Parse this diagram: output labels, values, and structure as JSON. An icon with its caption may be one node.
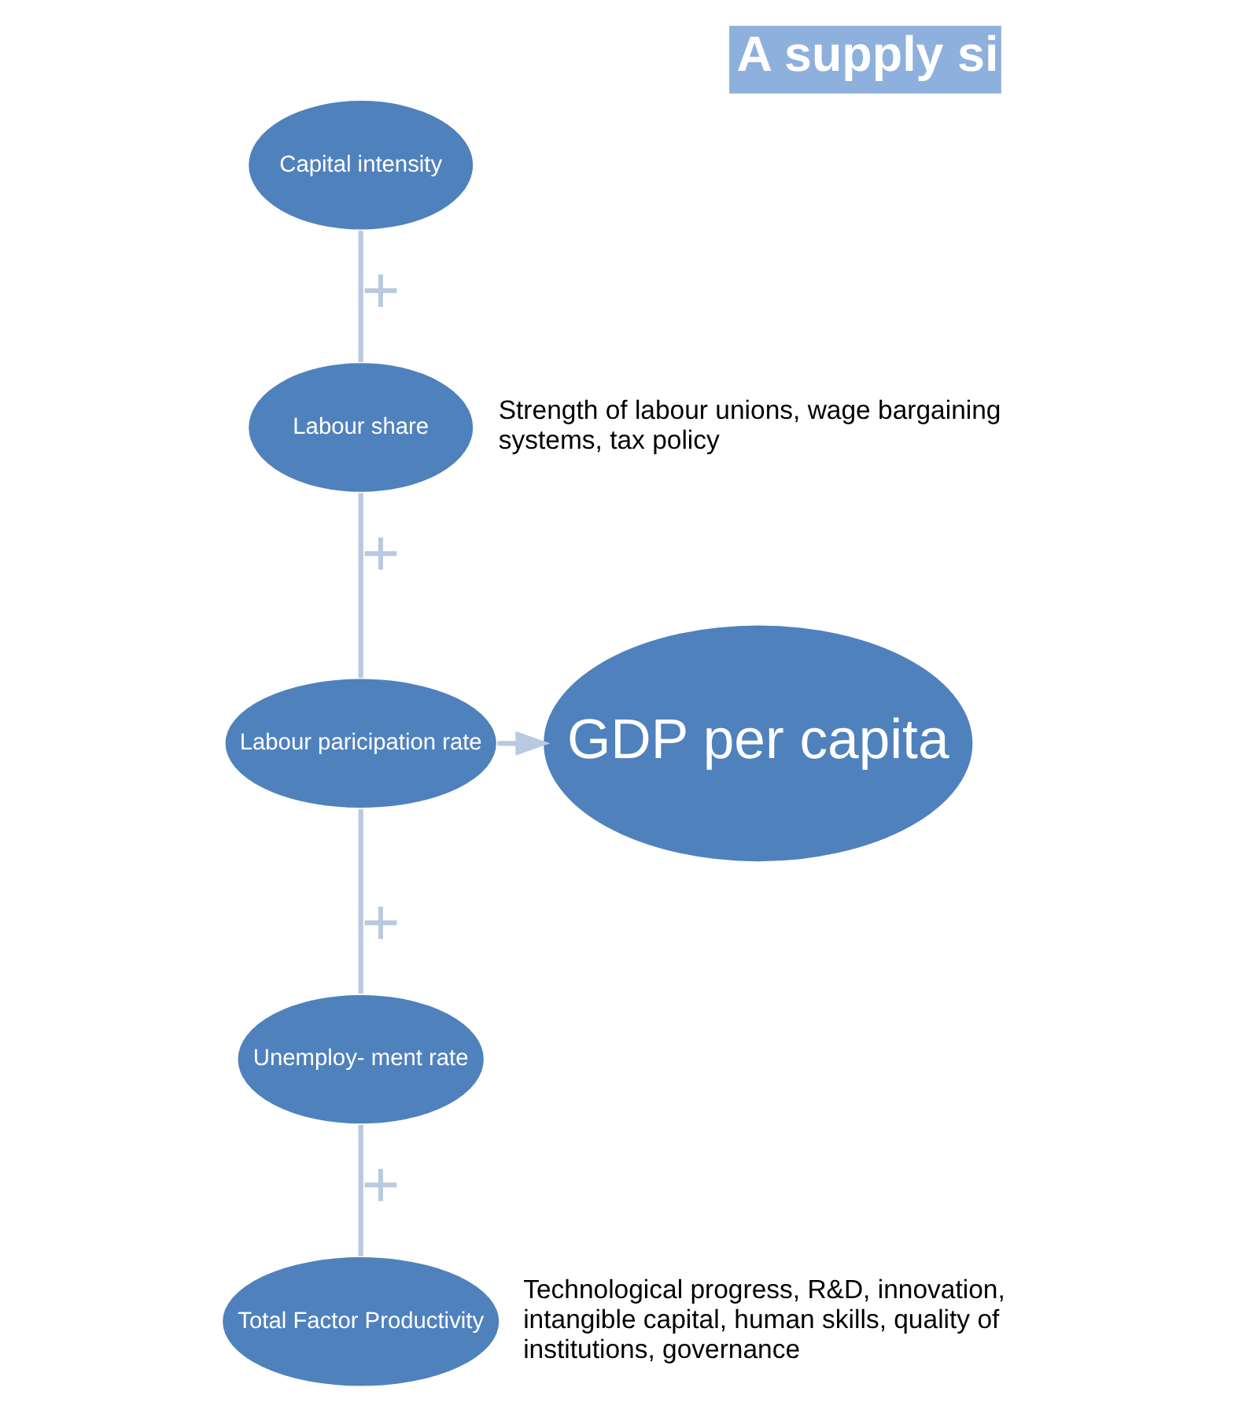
{
  "diagram": {
    "title": "A supply si",
    "nodes": [
      {
        "text": [
          "Capital intensity"
        ]
      },
      {
        "text": [
          "Labour share"
        ],
        "beside": [
          "Strength of labour unions, wage bargaining systems, tax policy"
        ]
      },
      {
        "text": [
          "Labour paricipation rate"
        ]
      },
      {
        "text": [
          "Unemploy- ment rate"
        ]
      },
      {
        "text": [
          "Total Factor Productivity"
        ],
        "beside": [
          "Technological progress, R&D, innovation, intangible capital, human skills, quality of institutions, governance"
        ]
      },
      {
        "text": [
          "GDP per capita"
        ]
      }
    ],
    "edges": [
      {
        "from": 0,
        "to": 1,
        "arrow": "none",
        "label": "+"
      },
      {
        "from": 1,
        "to": 2,
        "arrow": "none",
        "label": "+"
      },
      {
        "from": 2,
        "to": 3,
        "arrow": "none",
        "label": "+"
      },
      {
        "from": 3,
        "to": 4,
        "arrow": "none",
        "label": "+"
      },
      {
        "from": 2,
        "to": 5,
        "arrow": "to"
      }
    ]
  }
}
